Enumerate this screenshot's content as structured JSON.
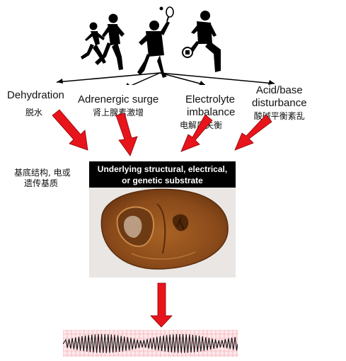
{
  "factors": [
    {
      "en": "Dehydration",
      "cn": "脱水"
    },
    {
      "en": "Adrenergic surge",
      "cn": "肾上腺素激增"
    },
    {
      "en_line1": "Electrolyte",
      "en_line2": "imbalance",
      "cn": "电解质失衡"
    },
    {
      "en_line1": "Acid/base",
      "en_line2": "disturbance",
      "cn": "酸碱平衡紊乱"
    }
  ],
  "substrate": {
    "line1": "Underlying structural, electrical,",
    "line2": "or genetic substrate",
    "cn_line1": "基底结构, 电或",
    "cn_line2": "遗传基质"
  },
  "colors": {
    "arrow": "#e8141c",
    "arrow_outline": "#8a0000",
    "caption_bg": "#000000",
    "ecg_grid": "#f2a0a8",
    "ecg_bg": "#fde8ea"
  }
}
